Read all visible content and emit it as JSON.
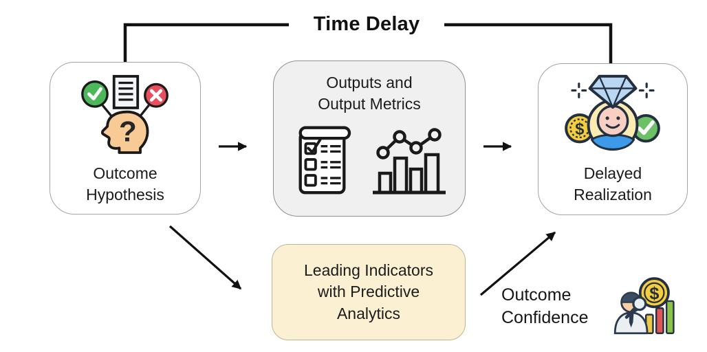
{
  "title": "Time Delay",
  "boxes": {
    "outcome_hypothesis": {
      "label": "Outcome\nHypothesis",
      "icon": "head-with-question-mark-check-cross"
    },
    "outputs_metrics": {
      "label": "Outputs and\nOutput Metrics",
      "icons": [
        "checklist-scroll",
        "bar-chart-with-trend-line"
      ],
      "bg": "#f0f0f0"
    },
    "delayed_realization": {
      "label": "Delayed\nRealization",
      "icon": "person-gem-dollar-coin-check"
    },
    "leading_indicators": {
      "label": "Leading Indicators\nwith Predictive\nAnalytics",
      "bg": "#fbf0d2"
    }
  },
  "annotations": {
    "outcome_confidence": "Outcome\nConfidence",
    "analyst_icon": "analyst-with-magnifier-coin-and-bars"
  },
  "colors": {
    "line": "#111111",
    "box_border": "#a3a3a3",
    "outputs_box_bg": "#f0f0f0",
    "leading_box_bg": "#fbf0d2",
    "leading_box_border": "#bfb494",
    "green_check": "#4db85a",
    "red_cross": "#e84f5e",
    "head_skin": "#f8ca96",
    "gem_blue": "#b9d6f2",
    "coin_gold": "#f6cd3e",
    "shirt_blue": "#3d9ae8"
  }
}
